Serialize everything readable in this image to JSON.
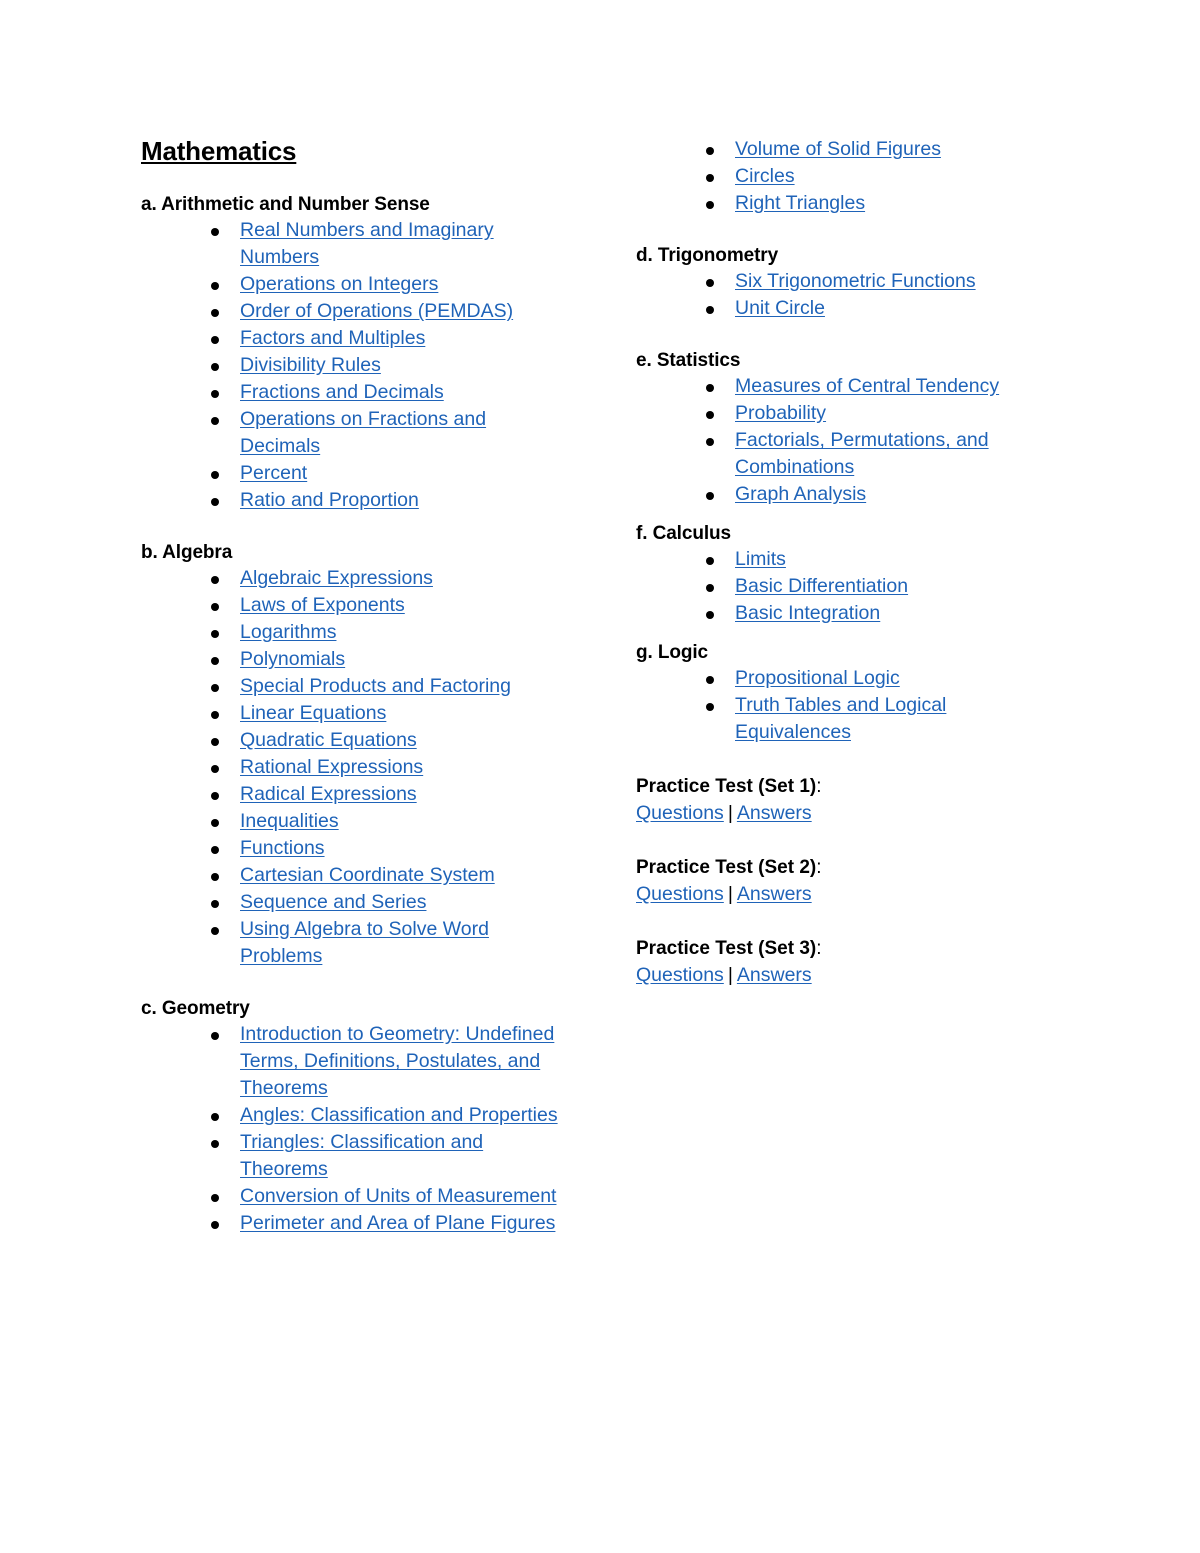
{
  "document": {
    "title": "Mathematics",
    "link_color": "#1f63b8",
    "text_color": "#000000",
    "background_color": "#ffffff"
  },
  "left_column": {
    "sections": [
      {
        "heading": "a. Arithmetic and Number Sense",
        "topics": [
          "Real Numbers and Imaginary Numbers",
          "Operations on Integers",
          "Order of Operations (PEMDAS)",
          "Factors and Multiples",
          "Divisibility Rules",
          "Fractions and Decimals",
          "Operations on Fractions and Decimals",
          "Percent",
          "Ratio and Proportion"
        ]
      },
      {
        "heading": "b. Algebra",
        "topics": [
          "Algebraic Expressions",
          "Laws of Exponents",
          "Logarithms",
          "Polynomials",
          "Special Products and Factoring",
          "Linear Equations",
          "Quadratic Equations",
          "Rational Expressions",
          "Radical Expressions",
          "Inequalities",
          "Functions",
          "Cartesian Coordinate System",
          "Sequence and Series",
          "Using Algebra to Solve Word Problems"
        ]
      },
      {
        "heading": "c. Geometry",
        "topics": [
          "Introduction to Geometry: Undefined Terms, Definitions, Postulates, and Theorems",
          "Angles: Classification and Properties",
          "Triangles: Classification and Theorems",
          "Conversion of Units of Measurement",
          "Perimeter and Area of Plane Figures"
        ]
      }
    ]
  },
  "right_column": {
    "geometry_continued": {
      "topics": [
        "Volume of Solid Figures",
        "Circles",
        "Right Triangles"
      ]
    },
    "sections": [
      {
        "heading": "d. Trigonometry",
        "topics": [
          "Six Trigonometric Functions",
          "Unit Circle"
        ]
      },
      {
        "heading": "e. Statistics",
        "topics": [
          "Measures of Central Tendency",
          "Probability",
          "Factorials, Permutations, and Combinations",
          "Graph Analysis"
        ]
      },
      {
        "heading": "f. Calculus",
        "topics": [
          "Limits",
          "Basic Differentiation",
          "Basic Integration"
        ]
      },
      {
        "heading": "g. Logic",
        "topics": [
          "Propositional Logic",
          "Truth Tables and Logical Equivalences"
        ]
      }
    ],
    "practice_tests": [
      {
        "label": "Practice Test (Set 1)",
        "colon": ":",
        "questions_label": "Questions",
        "separator": "|",
        "answers_label": "Answers"
      },
      {
        "label": "Practice Test (Set 2)",
        "colon": ":",
        "questions_label": "Questions",
        "separator": "|",
        "answers_label": "Answers"
      },
      {
        "label": "Practice Test (Set 3)",
        "colon": ":",
        "questions_label": "Questions",
        "separator": "|",
        "answers_label": "Answers"
      }
    ]
  }
}
